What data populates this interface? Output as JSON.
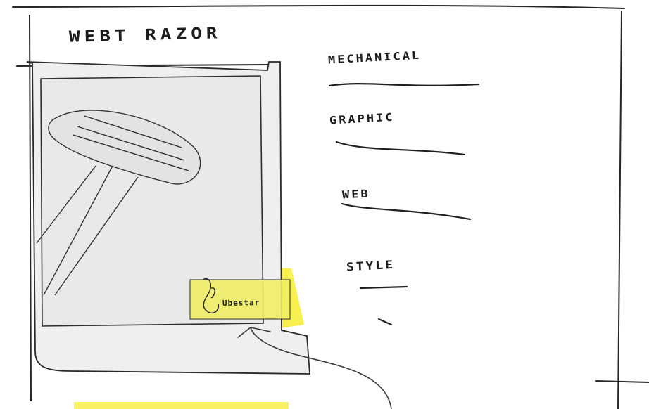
{
  "header": {
    "title": "WEBT RAZOR"
  },
  "nav": {
    "items": [
      {
        "label": "MECHANICAL"
      },
      {
        "label": "GRAPHIC"
      },
      {
        "label": "WEB"
      },
      {
        "label": "STYLE"
      }
    ]
  },
  "hero": {
    "logo_text": "Ubestar"
  },
  "colors": {
    "highlight": "#f7ef3f",
    "panel": "#eeeeee",
    "ink": "#1f1f1f"
  }
}
